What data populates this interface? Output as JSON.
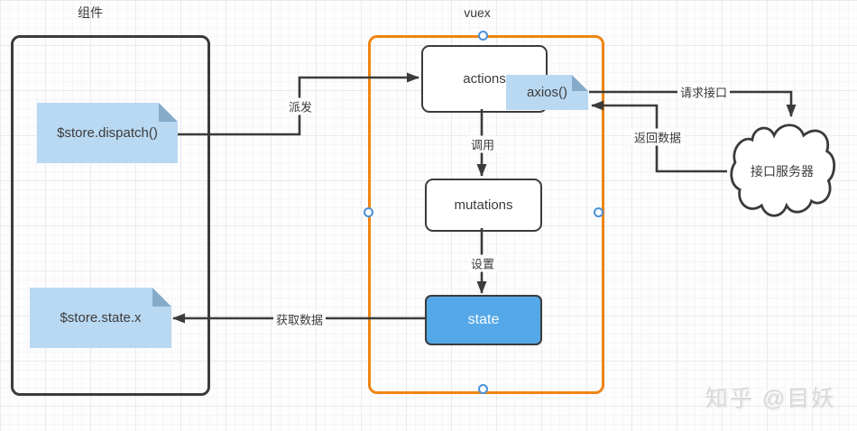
{
  "titles": {
    "component": "组件",
    "vuex": "vuex"
  },
  "nodes": {
    "dispatch_note": "$store.dispatch()",
    "state_note": "$store.state.x",
    "actions": "actions",
    "axios_note": "axios()",
    "mutations": "mutations",
    "state": "state",
    "api_server": "接口服务器"
  },
  "edge_labels": {
    "dispatch": "派发",
    "call": "调用",
    "set": "设置",
    "fetch_data": "获取数据",
    "request_api": "请求接口",
    "return_data": "返回数据"
  },
  "watermark": "知乎 @目妖",
  "colors": {
    "stroke": "#3b3b3b",
    "vuex_border": "#ef8512",
    "note_fill": "#b9d8f2",
    "note_fold": "#85abc9",
    "state_fill": "#55a8e8",
    "handle_border": "#4a90d9"
  }
}
